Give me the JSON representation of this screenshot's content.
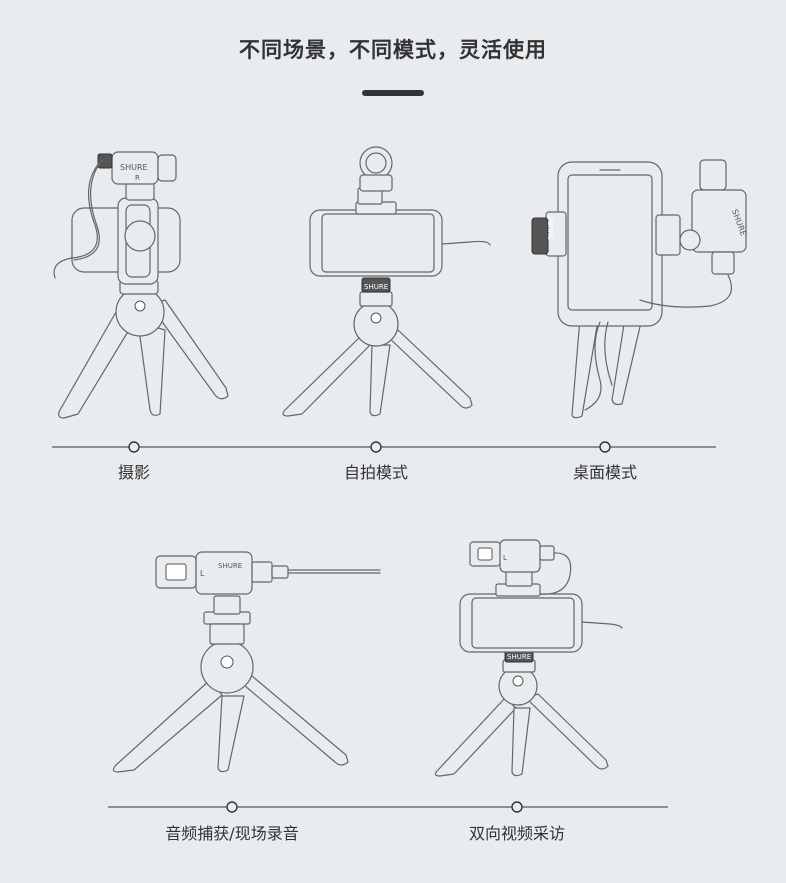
{
  "heading": {
    "title": "不同场景，不同模式，灵活使用"
  },
  "scenes": [
    {
      "label": "摄影"
    },
    {
      "label": "自拍模式"
    },
    {
      "label": "桌面模式"
    },
    {
      "label": "音频捕获/现场录音"
    },
    {
      "label": "双向视频采访"
    }
  ],
  "mic": {
    "brand": "SHURE",
    "channel_left": "L",
    "channel_right": "R"
  }
}
